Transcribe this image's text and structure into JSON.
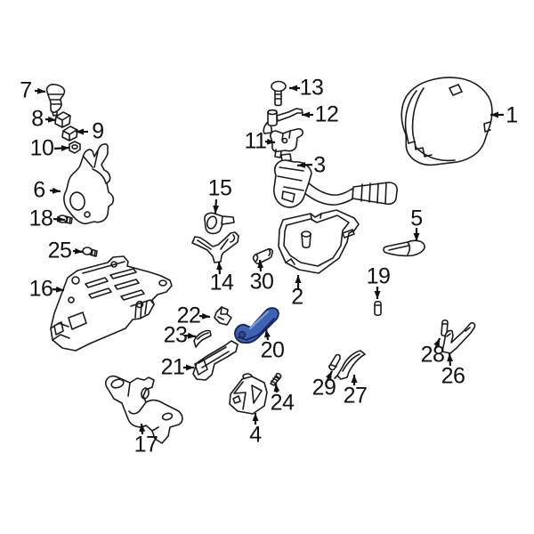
{
  "diagram": {
    "background_color": "#ffffff",
    "line_color": "#1a1a1a",
    "label_color": "#111111",
    "arrow_color": "#111111",
    "highlighted_part": {
      "label": "20",
      "fill": "#3e63b3",
      "ridge": "#7b9bd9",
      "outline": "#1b2a5e",
      "boss_fill": "#2c4a8f"
    },
    "parts": [
      {
        "label": "1"
      },
      {
        "label": "2"
      },
      {
        "label": "3"
      },
      {
        "label": "4"
      },
      {
        "label": "5"
      },
      {
        "label": "6"
      },
      {
        "label": "7"
      },
      {
        "label": "8"
      },
      {
        "label": "9"
      },
      {
        "label": "10"
      },
      {
        "label": "11"
      },
      {
        "label": "12"
      },
      {
        "label": "13"
      },
      {
        "label": "14"
      },
      {
        "label": "15"
      },
      {
        "label": "16"
      },
      {
        "label": "17"
      },
      {
        "label": "18"
      },
      {
        "label": "19"
      },
      {
        "label": "20"
      },
      {
        "label": "21"
      },
      {
        "label": "22"
      },
      {
        "label": "23"
      },
      {
        "label": "24"
      },
      {
        "label": "25"
      },
      {
        "label": "26"
      },
      {
        "label": "27"
      },
      {
        "label": "28"
      },
      {
        "label": "29"
      },
      {
        "label": "30"
      }
    ]
  }
}
